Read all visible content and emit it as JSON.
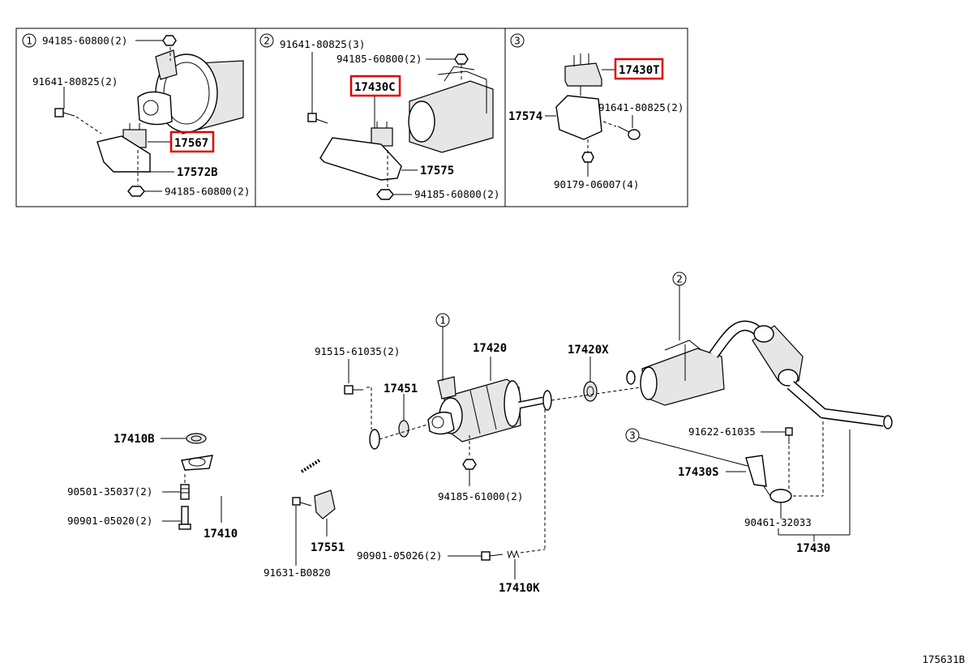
{
  "diagram": {
    "image_code": "175631B",
    "insets": [
      {
        "number": "1",
        "labels": {
          "nut_top": "94185-60800(2)",
          "bolt": "91641-80825(2)",
          "mount": "17567",
          "bracket": "17572B",
          "nut_bottom": "94185-60800(2)"
        }
      },
      {
        "number": "2",
        "labels": {
          "bolt": "91641-80825(3)",
          "nut_top": "94185-60800(2)",
          "mount": "17430C",
          "bracket": "17575",
          "nut_bottom": "94185-60800(2)"
        }
      },
      {
        "number": "3",
        "labels": {
          "mount": "17430T",
          "bracket": "17574",
          "bolt": "91641-80825(2)",
          "nut": "90179-06007(4)"
        }
      }
    ],
    "callouts": [
      "1",
      "2",
      "3"
    ],
    "main_labels": {
      "bolt_91515": "91515-61035(2)",
      "converter": "17420",
      "gasket_17420x": "17420X",
      "gasket_17451": "17451",
      "gasket_17410b": "17410B",
      "stud_90501": "90501-35037(2)",
      "bolt_90901_05020": "90901-05020(2)",
      "front_pipe": "17410",
      "heat_insulator": "17551",
      "bolt_91631": "91631-B0820",
      "nut_94185_61000": "94185-61000(2)",
      "bolt_91622": "91622-61035",
      "hanger_17430s": "17430S",
      "clamp_90461": "90461-32033",
      "tail_pipe": "17430",
      "bolt_90901_05026": "90901-05026(2)",
      "spring_17410k": "17410K"
    },
    "highlighted_parts": [
      "17567",
      "17430C",
      "17430T"
    ],
    "highlight_color": "#e00000"
  }
}
